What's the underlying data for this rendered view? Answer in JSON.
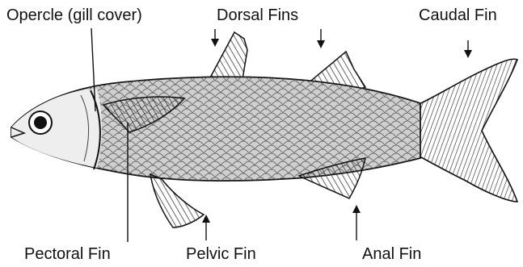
{
  "labels": {
    "operculum": "Opercle (gill cover)",
    "dorsal": "Dorsal Fins",
    "caudal": "Caudal Fin",
    "pectoral": "Pectoral Fin",
    "pelvic": "Pelvic Fin",
    "anal": "Anal Fin"
  },
  "colors": {
    "ink": "#111111",
    "body_fill": "#cfcfcf",
    "belly_fill": "#eeeeee",
    "fin_fill": "#9a9a9a",
    "background": "#ffffff"
  }
}
